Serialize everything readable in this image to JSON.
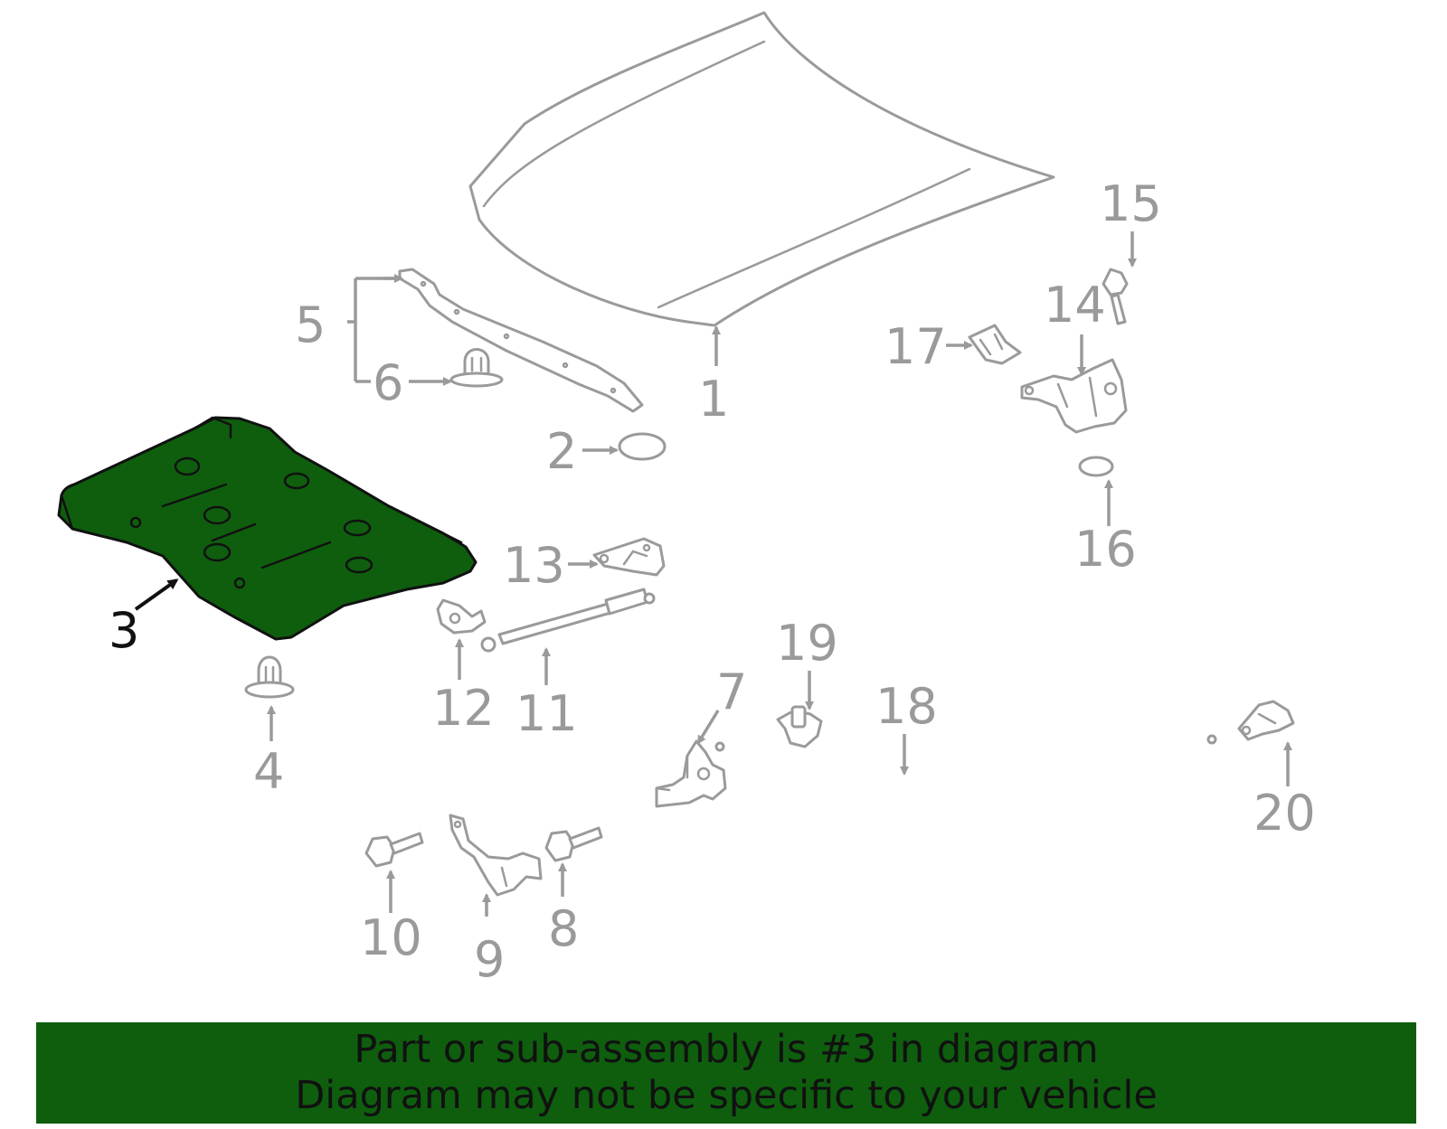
{
  "diagram": {
    "highlight_color": "#0e5e0e",
    "line_color": "#9a9a9a",
    "callouts": [
      {
        "id": "1",
        "label": "1"
      },
      {
        "id": "2",
        "label": "2"
      },
      {
        "id": "3",
        "label": "3",
        "highlighted": true
      },
      {
        "id": "4",
        "label": "4"
      },
      {
        "id": "5",
        "label": "5"
      },
      {
        "id": "6",
        "label": "6"
      },
      {
        "id": "7",
        "label": "7"
      },
      {
        "id": "8",
        "label": "8"
      },
      {
        "id": "9",
        "label": "9"
      },
      {
        "id": "10",
        "label": "10"
      },
      {
        "id": "11",
        "label": "11"
      },
      {
        "id": "12",
        "label": "12"
      },
      {
        "id": "13",
        "label": "13"
      },
      {
        "id": "14",
        "label": "14"
      },
      {
        "id": "15",
        "label": "15"
      },
      {
        "id": "16",
        "label": "16"
      },
      {
        "id": "17",
        "label": "17"
      },
      {
        "id": "18",
        "label": "18"
      },
      {
        "id": "19",
        "label": "19"
      },
      {
        "id": "20",
        "label": "20"
      }
    ]
  },
  "banner": {
    "line1": "Part or sub-assembly is #3 in diagram",
    "line2": "Diagram may not be specific to your vehicle"
  }
}
